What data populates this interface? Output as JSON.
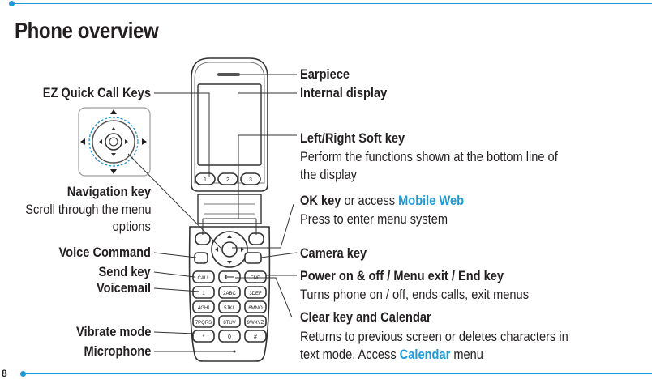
{
  "page": {
    "title": "Phone overview",
    "number": "8"
  },
  "left_labels": {
    "ez_quick_call": "EZ Quick Call Keys",
    "navigation_key": "Navigation key",
    "navigation_desc_1": "Scroll through the menu",
    "navigation_desc_2": "options",
    "voice_command": "Voice Command",
    "send_key": "Send key",
    "voicemail": "Voicemail",
    "vibrate_mode": "Vibrate mode",
    "microphone": "Microphone"
  },
  "right_labels": {
    "earpiece": "Earpiece",
    "internal_display": "Internal display",
    "soft_key": "Left/Right Soft key",
    "soft_key_desc_1": "Perform the functions shown at the bottom line of",
    "soft_key_desc_2": "the display",
    "ok_key": "OK key",
    "ok_key_or": " or access ",
    "mobile_web": "Mobile Web",
    "ok_key_desc": "Press to enter menu system",
    "camera_key": "Camera key",
    "power_key": "Power on & off / Menu exit / End key",
    "power_desc": "Turns phone on / off, ends calls, exit menus",
    "clear_key": "Clear key and Calendar",
    "clear_desc_1": "Returns to previous screen or deletes characters in",
    "clear_desc_2a": "text mode. Access ",
    "calendar": "Calendar",
    "clear_desc_2b": " menu"
  },
  "keypad": {
    "quick_keys": [
      "1",
      "2",
      "3"
    ],
    "call": "CALL",
    "end": "END",
    "keys": [
      [
        "1",
        "2ABC",
        "3DEF"
      ],
      [
        "4GHI",
        "5JKL",
        "6MNO"
      ],
      [
        "7PQRS",
        "8TUV",
        "9WXYZ"
      ],
      [
        "*",
        "0",
        "#"
      ]
    ]
  },
  "colors": {
    "accent": "#1e9bd7",
    "text": "#231f20"
  }
}
